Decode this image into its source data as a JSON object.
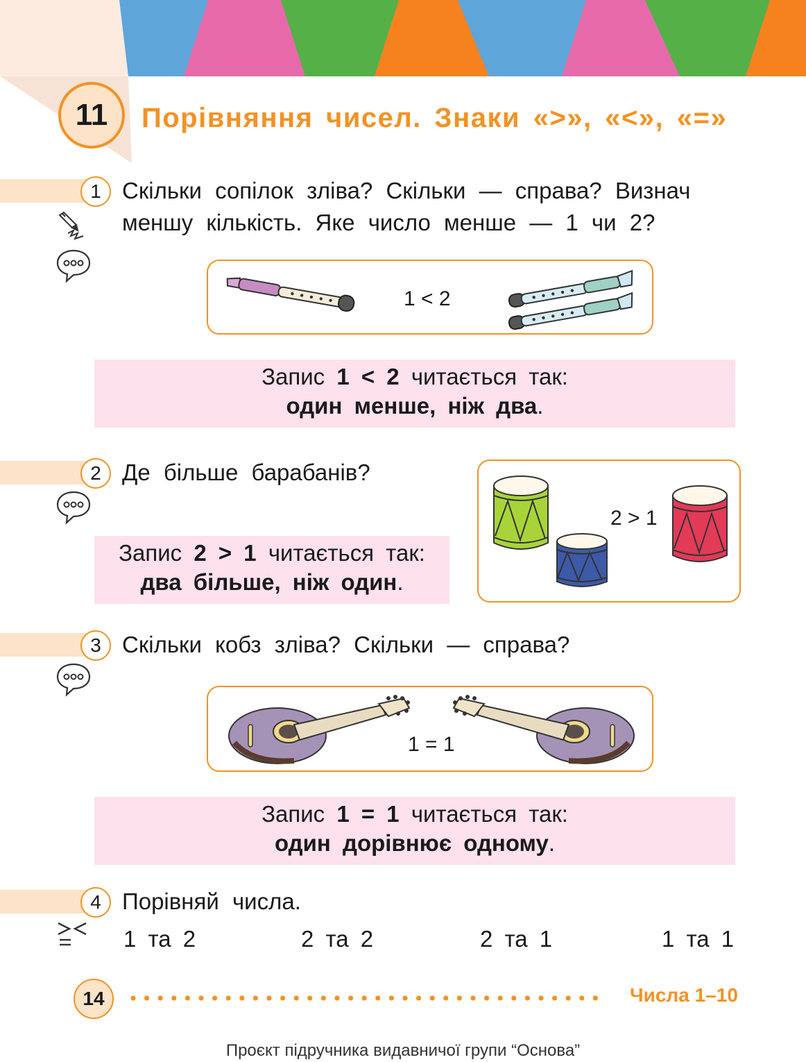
{
  "lesson": {
    "number": "11",
    "title": "Порівняння чисел. Знаки «>», «<», «=»"
  },
  "tasks": [
    {
      "number": "1",
      "lines": [
        "Скільки сопілок зліва? Скільки — справа? Визнач",
        "меншу кількість. Яке число менше — 1 чи 2?"
      ],
      "relation": "1 < 2",
      "icons": [
        "pencil-icon",
        "speech-bubble-icon"
      ]
    },
    {
      "number": "2",
      "lines": [
        "Де більше барабанів?"
      ],
      "relation": "2 > 1",
      "icons": [
        "speech-bubble-icon"
      ]
    },
    {
      "number": "3",
      "lines": [
        "Скільки кобз зліва? Скільки — справа?"
      ],
      "relation": "1 = 1",
      "icons": [
        "speech-bubble-icon"
      ]
    },
    {
      "number": "4",
      "lines": [
        "Порівняй числа."
      ],
      "icons": [
        "compare-signs-icon"
      ],
      "pairs": [
        "1 та 2",
        "2 та 2",
        "2 та 1",
        "1 та 1"
      ]
    }
  ],
  "rules": [
    {
      "prefix": "Запис",
      "expr": "1 < 2",
      "suffix": "читається так:",
      "reading": "один менше, ніж два",
      "end": "."
    },
    {
      "prefix": "Запис",
      "expr": "2 > 1",
      "suffix": "читається так:",
      "reading": "два більше, ніж один",
      "end": "."
    },
    {
      "prefix": "Запис",
      "expr": "1 = 1",
      "suffix": "читається так:",
      "reading": "один дорівнює одному",
      "end": "."
    }
  ],
  "page_number": "14",
  "section": "Числа 1–10",
  "footer": "Проєкт підручника видавничої групи “Основа”",
  "colors": {
    "accent": "#f39224",
    "peach": "#fde3c8",
    "pink": "#fde1ec",
    "banner_blue": "#5ea5d9",
    "banner_pink": "#e66aaa",
    "banner_green": "#55b047",
    "banner_orange": "#f5821f"
  }
}
